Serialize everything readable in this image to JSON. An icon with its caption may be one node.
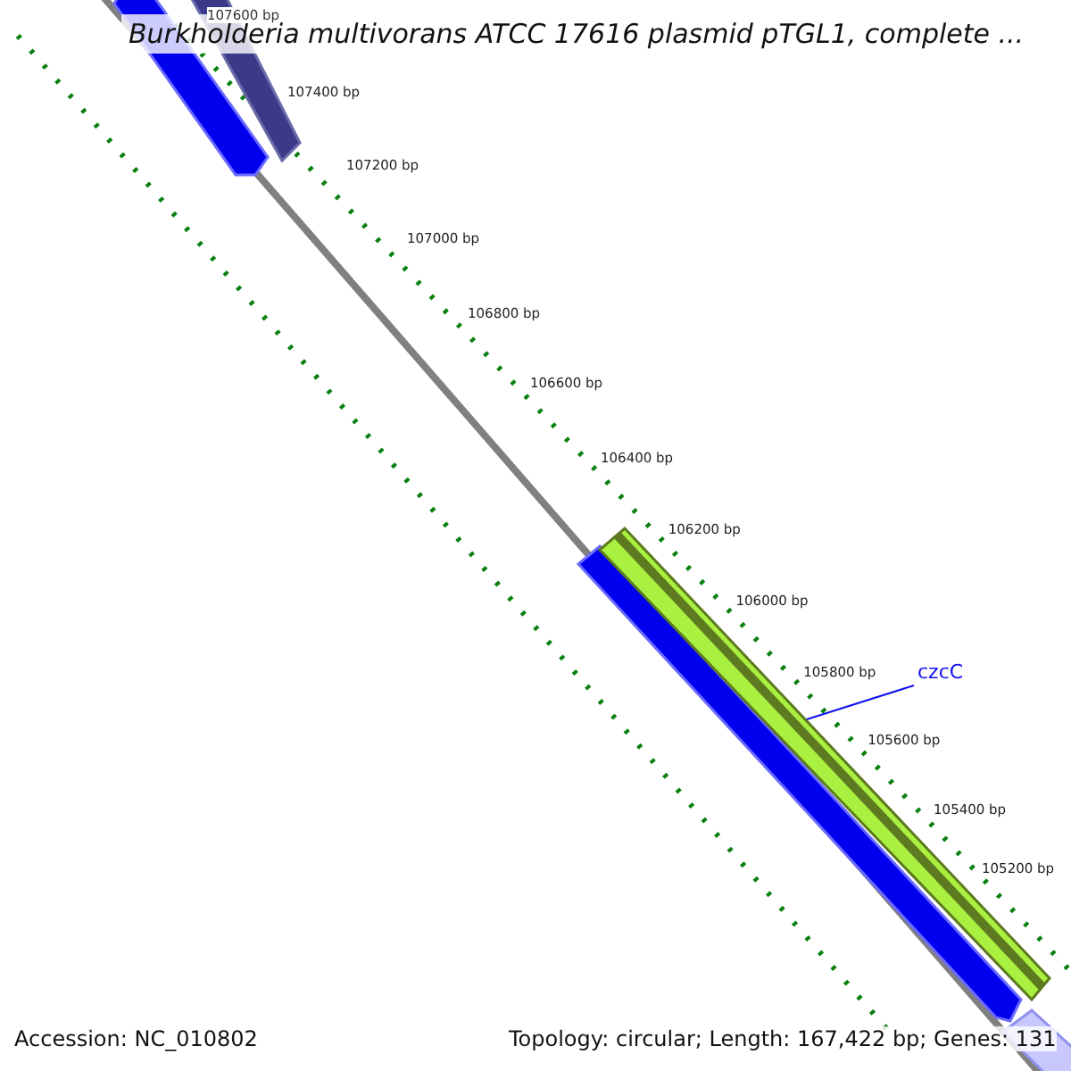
{
  "diagram": {
    "title": "Burkholderia multivorans ATCC 17616 plasmid pTGL1, complete ...",
    "nodes": [
      {
        "text": [
          "czcC"
        ]
      },
      {
        "text": [],
        "shape": "bar"
      }
    ],
    "edges": [
      {
        "from": 0,
        "to": 1,
        "arrow": "none"
      }
    ],
    "labels": [
      "107600 bp",
      "107400 bp",
      "107200 bp",
      "107000 bp",
      "106800 bp",
      "106600 bp",
      "106400 bp",
      "106200 bp",
      "106000 bp",
      "105800 bp",
      "105600 bp",
      "105400 bp",
      "105200 bp",
      "Accession: NC_010802",
      "Topology: circular; Length: 167,422 bp; Genes: 131"
    ]
  }
}
